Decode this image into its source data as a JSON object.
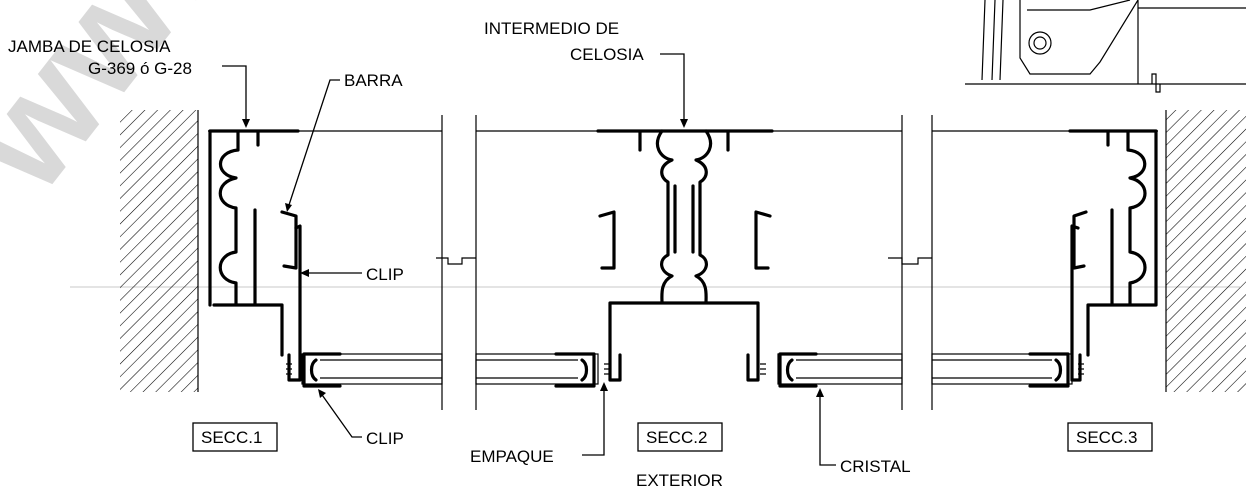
{
  "labels": {
    "jamba_line1": "JAMBA DE CELOSIA",
    "jamba_line2": "G-369 ó G-28",
    "barra": "BARRA",
    "intermedio_line1": "INTERMEDIO DE",
    "intermedio_line2": "CELOSIA",
    "clip_upper": "CLIP",
    "clip_lower": "CLIP",
    "empaque": "EMPAQUE",
    "cristal": "CRISTAL",
    "exterior": "EXTERIOR"
  },
  "sections": [
    "SECC.1",
    "SECC.2",
    "SECC.3"
  ],
  "watermark": "www"
}
